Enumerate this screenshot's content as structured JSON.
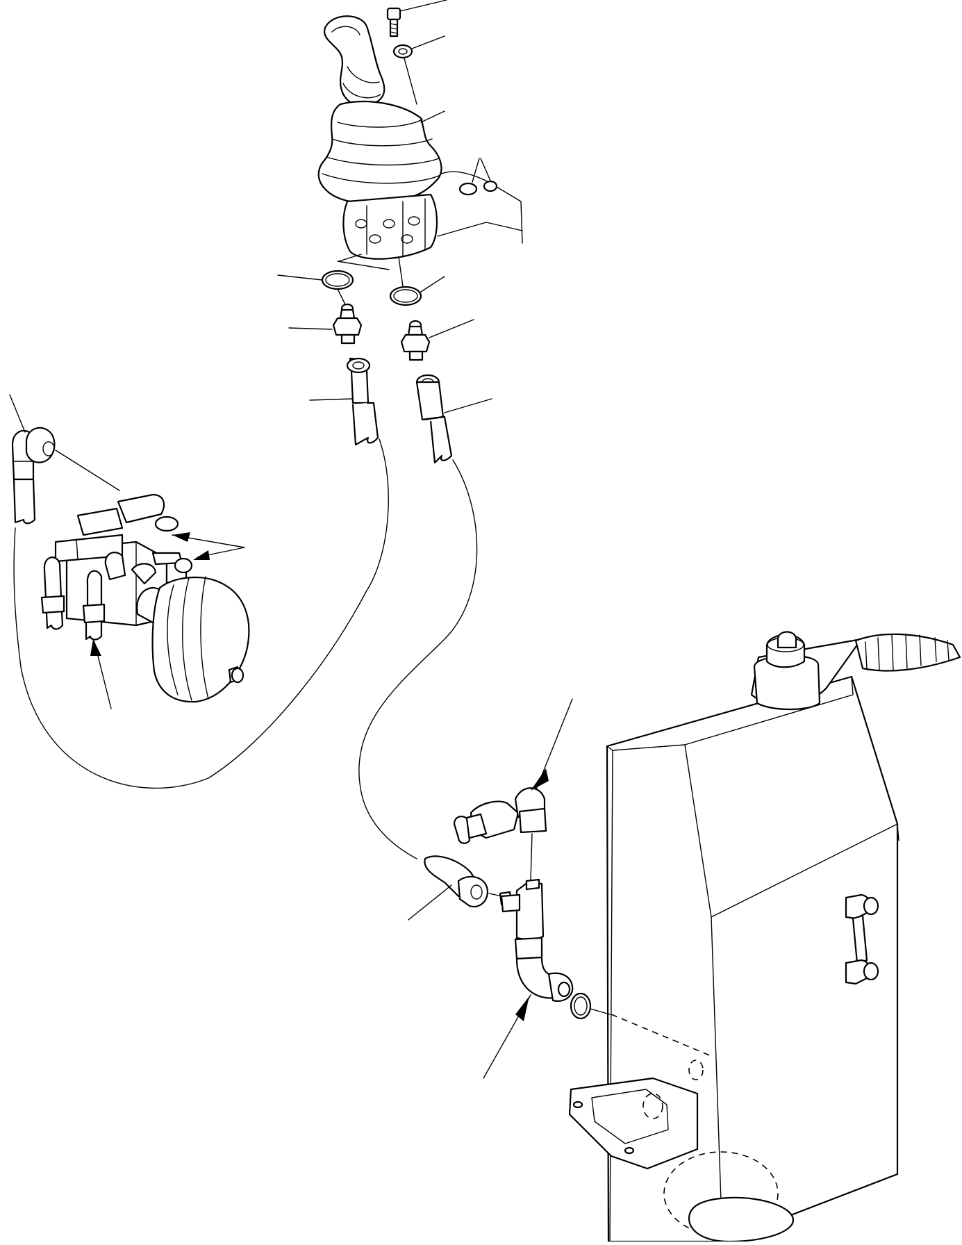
{
  "diagram": {
    "parts": [
      {
        "name": "joystick-lever"
      },
      {
        "name": "cap-screw"
      },
      {
        "name": "washer"
      },
      {
        "name": "rubber-boot"
      },
      {
        "name": "pilot-valve-body"
      },
      {
        "name": "o-ring-left"
      },
      {
        "name": "o-ring-right"
      },
      {
        "name": "adapter-left"
      },
      {
        "name": "adapter-right"
      },
      {
        "name": "hose-left"
      },
      {
        "name": "hose-right"
      },
      {
        "name": "elbow-fitting"
      },
      {
        "name": "valve-block"
      },
      {
        "name": "accumulator"
      },
      {
        "name": "hydraulic-tank"
      },
      {
        "name": "tee-fitting"
      },
      {
        "name": "tank-elbow"
      },
      {
        "name": "tank-o-ring"
      },
      {
        "name": "sight-gauge"
      }
    ],
    "colors": {
      "line": "#000000",
      "background": "#ffffff"
    }
  }
}
